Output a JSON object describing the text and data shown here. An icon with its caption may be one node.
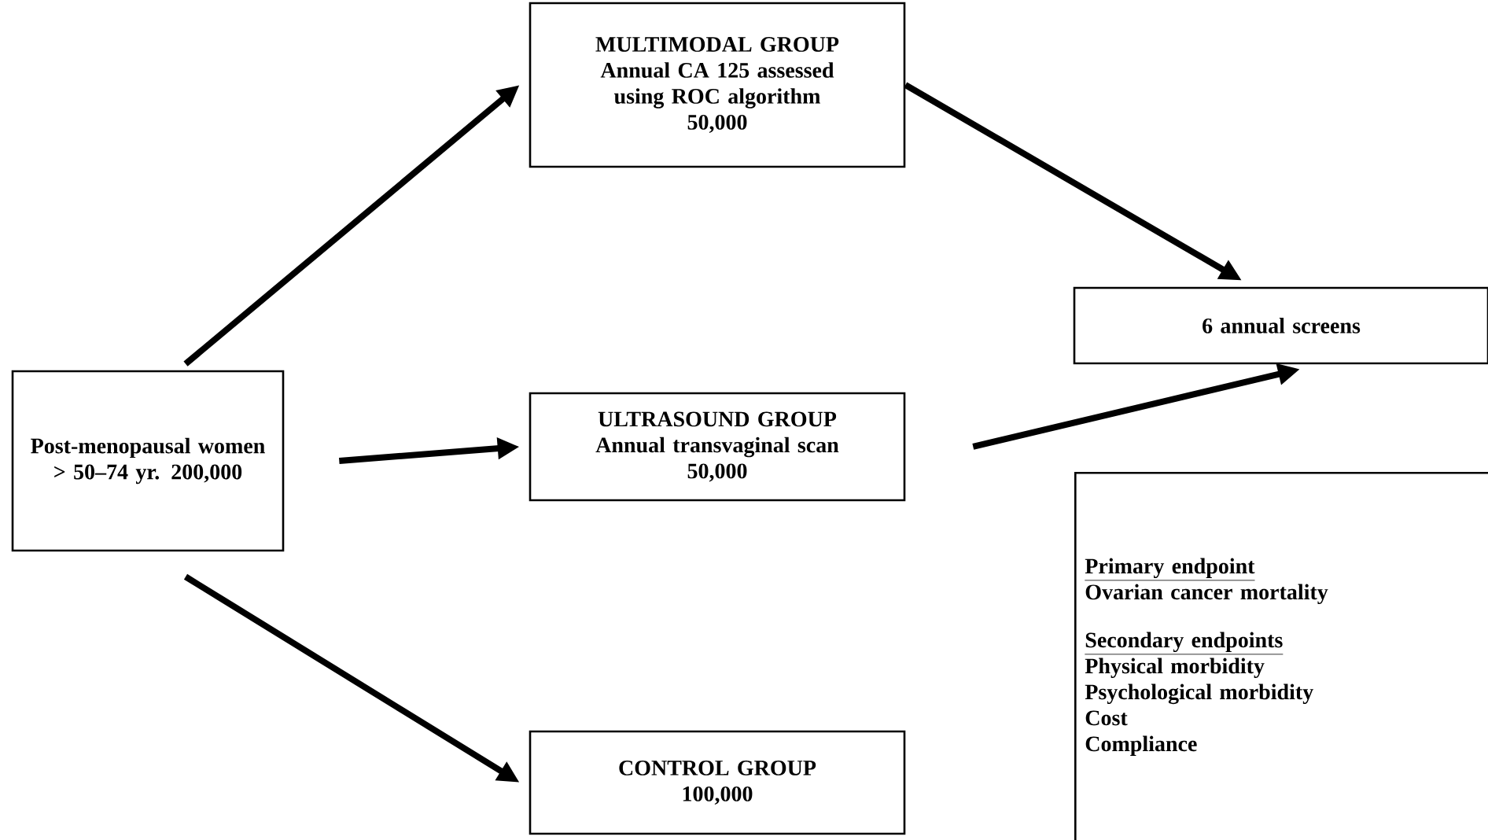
{
  "diagram": {
    "nodes": [
      {
        "text": [
          "Post-menopausal women > 50–74 yr. 200,000"
        ]
      },
      {
        "text": [
          "MULTIMODAL GROUP",
          "Annual CA 125 assessed using ROC algorithm",
          "50,000"
        ]
      },
      {
        "text": [
          "ULTRASOUND GROUP",
          "Annual transvaginal scan",
          "50,000"
        ]
      },
      {
        "text": [
          "CONTROL GROUP",
          "100,000"
        ]
      },
      {
        "text": [
          "6 annual screens"
        ]
      },
      {
        "text": [
          "Primary endpoint",
          "Ovarian cancer mortality",
          "Secondary endpoints",
          "Physical morbidity",
          "Psychological morbidity",
          "Cost",
          "Compliance"
        ]
      }
    ],
    "edges": [
      {
        "from": 0,
        "to": 1,
        "arrow": "to"
      },
      {
        "from": 0,
        "to": 2,
        "arrow": "to"
      },
      {
        "from": 0,
        "to": 3,
        "arrow": "to"
      },
      {
        "from": 1,
        "to": 4,
        "arrow": "to"
      },
      {
        "from": 2,
        "to": 4,
        "arrow": "to"
      }
    ]
  }
}
